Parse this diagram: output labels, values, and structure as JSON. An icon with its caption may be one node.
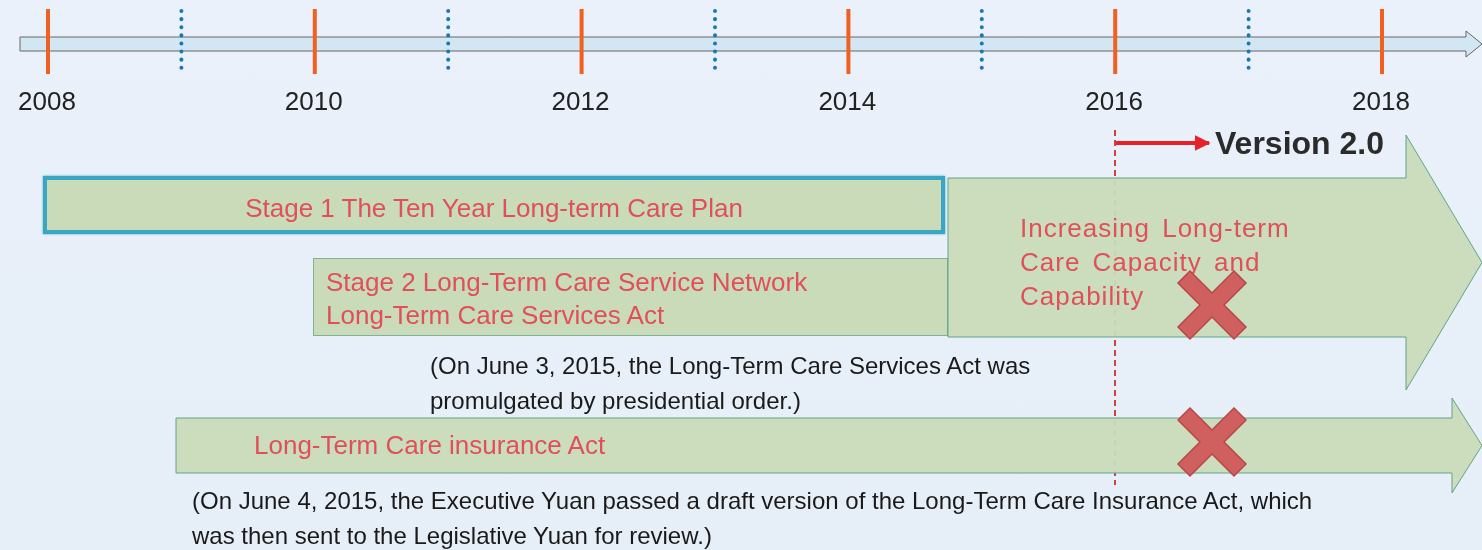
{
  "diagram": {
    "nodes": [
      {
        "text": [
          "Stage 1 The Ten Year Long-term Care Plan"
        ]
      },
      {
        "text": [
          "Stage 2 Long-Term Care Service Network",
          "Long-Term Care Services Act"
        ]
      },
      {
        "text": [
          "Increasing Long-term Care Capacity and Capability"
        ]
      },
      {
        "text": [
          "Long-Term Care insurance Act"
        ]
      },
      {
        "text": [
          "Version 2.0"
        ]
      }
    ],
    "edges": [
      {
        "from": null,
        "to": 4,
        "arrow": "to",
        "color": "#e8202a"
      }
    ],
    "labels": [
      "2008",
      "2010",
      "2012",
      "2014",
      "2016",
      "2018",
      "(On June 3, 2015, the Long-Term Care Services Act was promulgated by presidential order.)",
      "(On June 4, 2015, the Executive Yuan passed a draft version of the Long-Term Care Insurance Act, which was then sent to the Legislative Yuan for review.)"
    ]
  }
}
